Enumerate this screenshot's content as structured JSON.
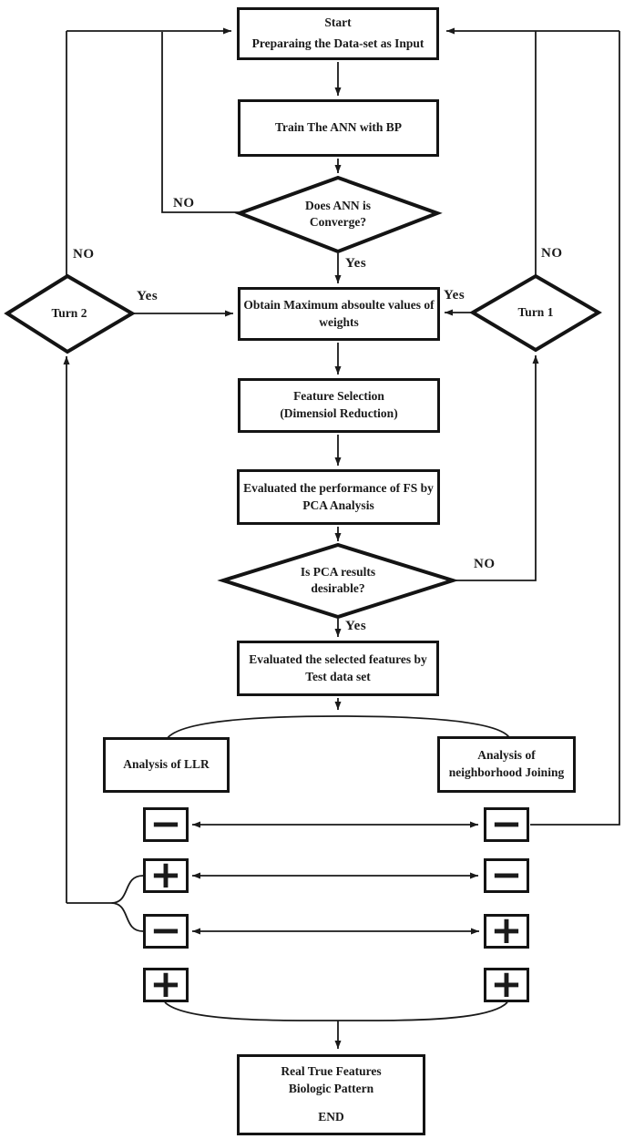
{
  "figure": {
    "type": "flowchart",
    "title": "ANN feature-selection flowchart"
  },
  "nodes": {
    "start": {
      "line1": "Start",
      "line2": "Preparaing the Data-set as Input"
    },
    "train": {
      "line1": "Train The ANN with BP"
    },
    "converge": {
      "line1": "Does ANN is",
      "line2": "Converge?"
    },
    "obtain": {
      "line1": "Obtain Maximum absoulte values of",
      "line2": "weights"
    },
    "feature_selection": {
      "line1": "Feature Selection",
      "line2": "(Dimensiol Reduction)"
    },
    "eval_fs": {
      "line1": "Evaluated the performance of FS by",
      "line2": "PCA Analysis"
    },
    "pca": {
      "line1": "Is PCA results",
      "line2": "desirable?"
    },
    "eval_selected": {
      "line1": "Evaluated the selected features by",
      "line2": "Test data set"
    },
    "llr": {
      "line1": "Analysis of LLR"
    },
    "neighborhood": {
      "line1": "Analysis of",
      "line2": "neighborhood Joining"
    },
    "turn1": {
      "line1": "Turn 1"
    },
    "turn2": {
      "line1": "Turn 2"
    },
    "end": {
      "line1": "Real True Features",
      "line2": "Biologic Pattern",
      "line3": "END"
    }
  },
  "edge_labels": {
    "converge_no": "NO",
    "converge_yes": "Yes",
    "turn2_no": "NO",
    "turn2_yes": "Yes",
    "turn1_no": "NO",
    "turn1_yes": "Yes",
    "pca_no": "NO",
    "pca_yes": "Yes"
  },
  "signs": {
    "rows": [
      {
        "left": "−",
        "right": "−"
      },
      {
        "left": "+",
        "right": "−"
      },
      {
        "left": "−",
        "right": "+"
      },
      {
        "left": "+",
        "right": "+"
      }
    ]
  },
  "colors": {
    "line": "#1a1a1a",
    "background": "#ffffff",
    "text": "#1a1a1a"
  }
}
